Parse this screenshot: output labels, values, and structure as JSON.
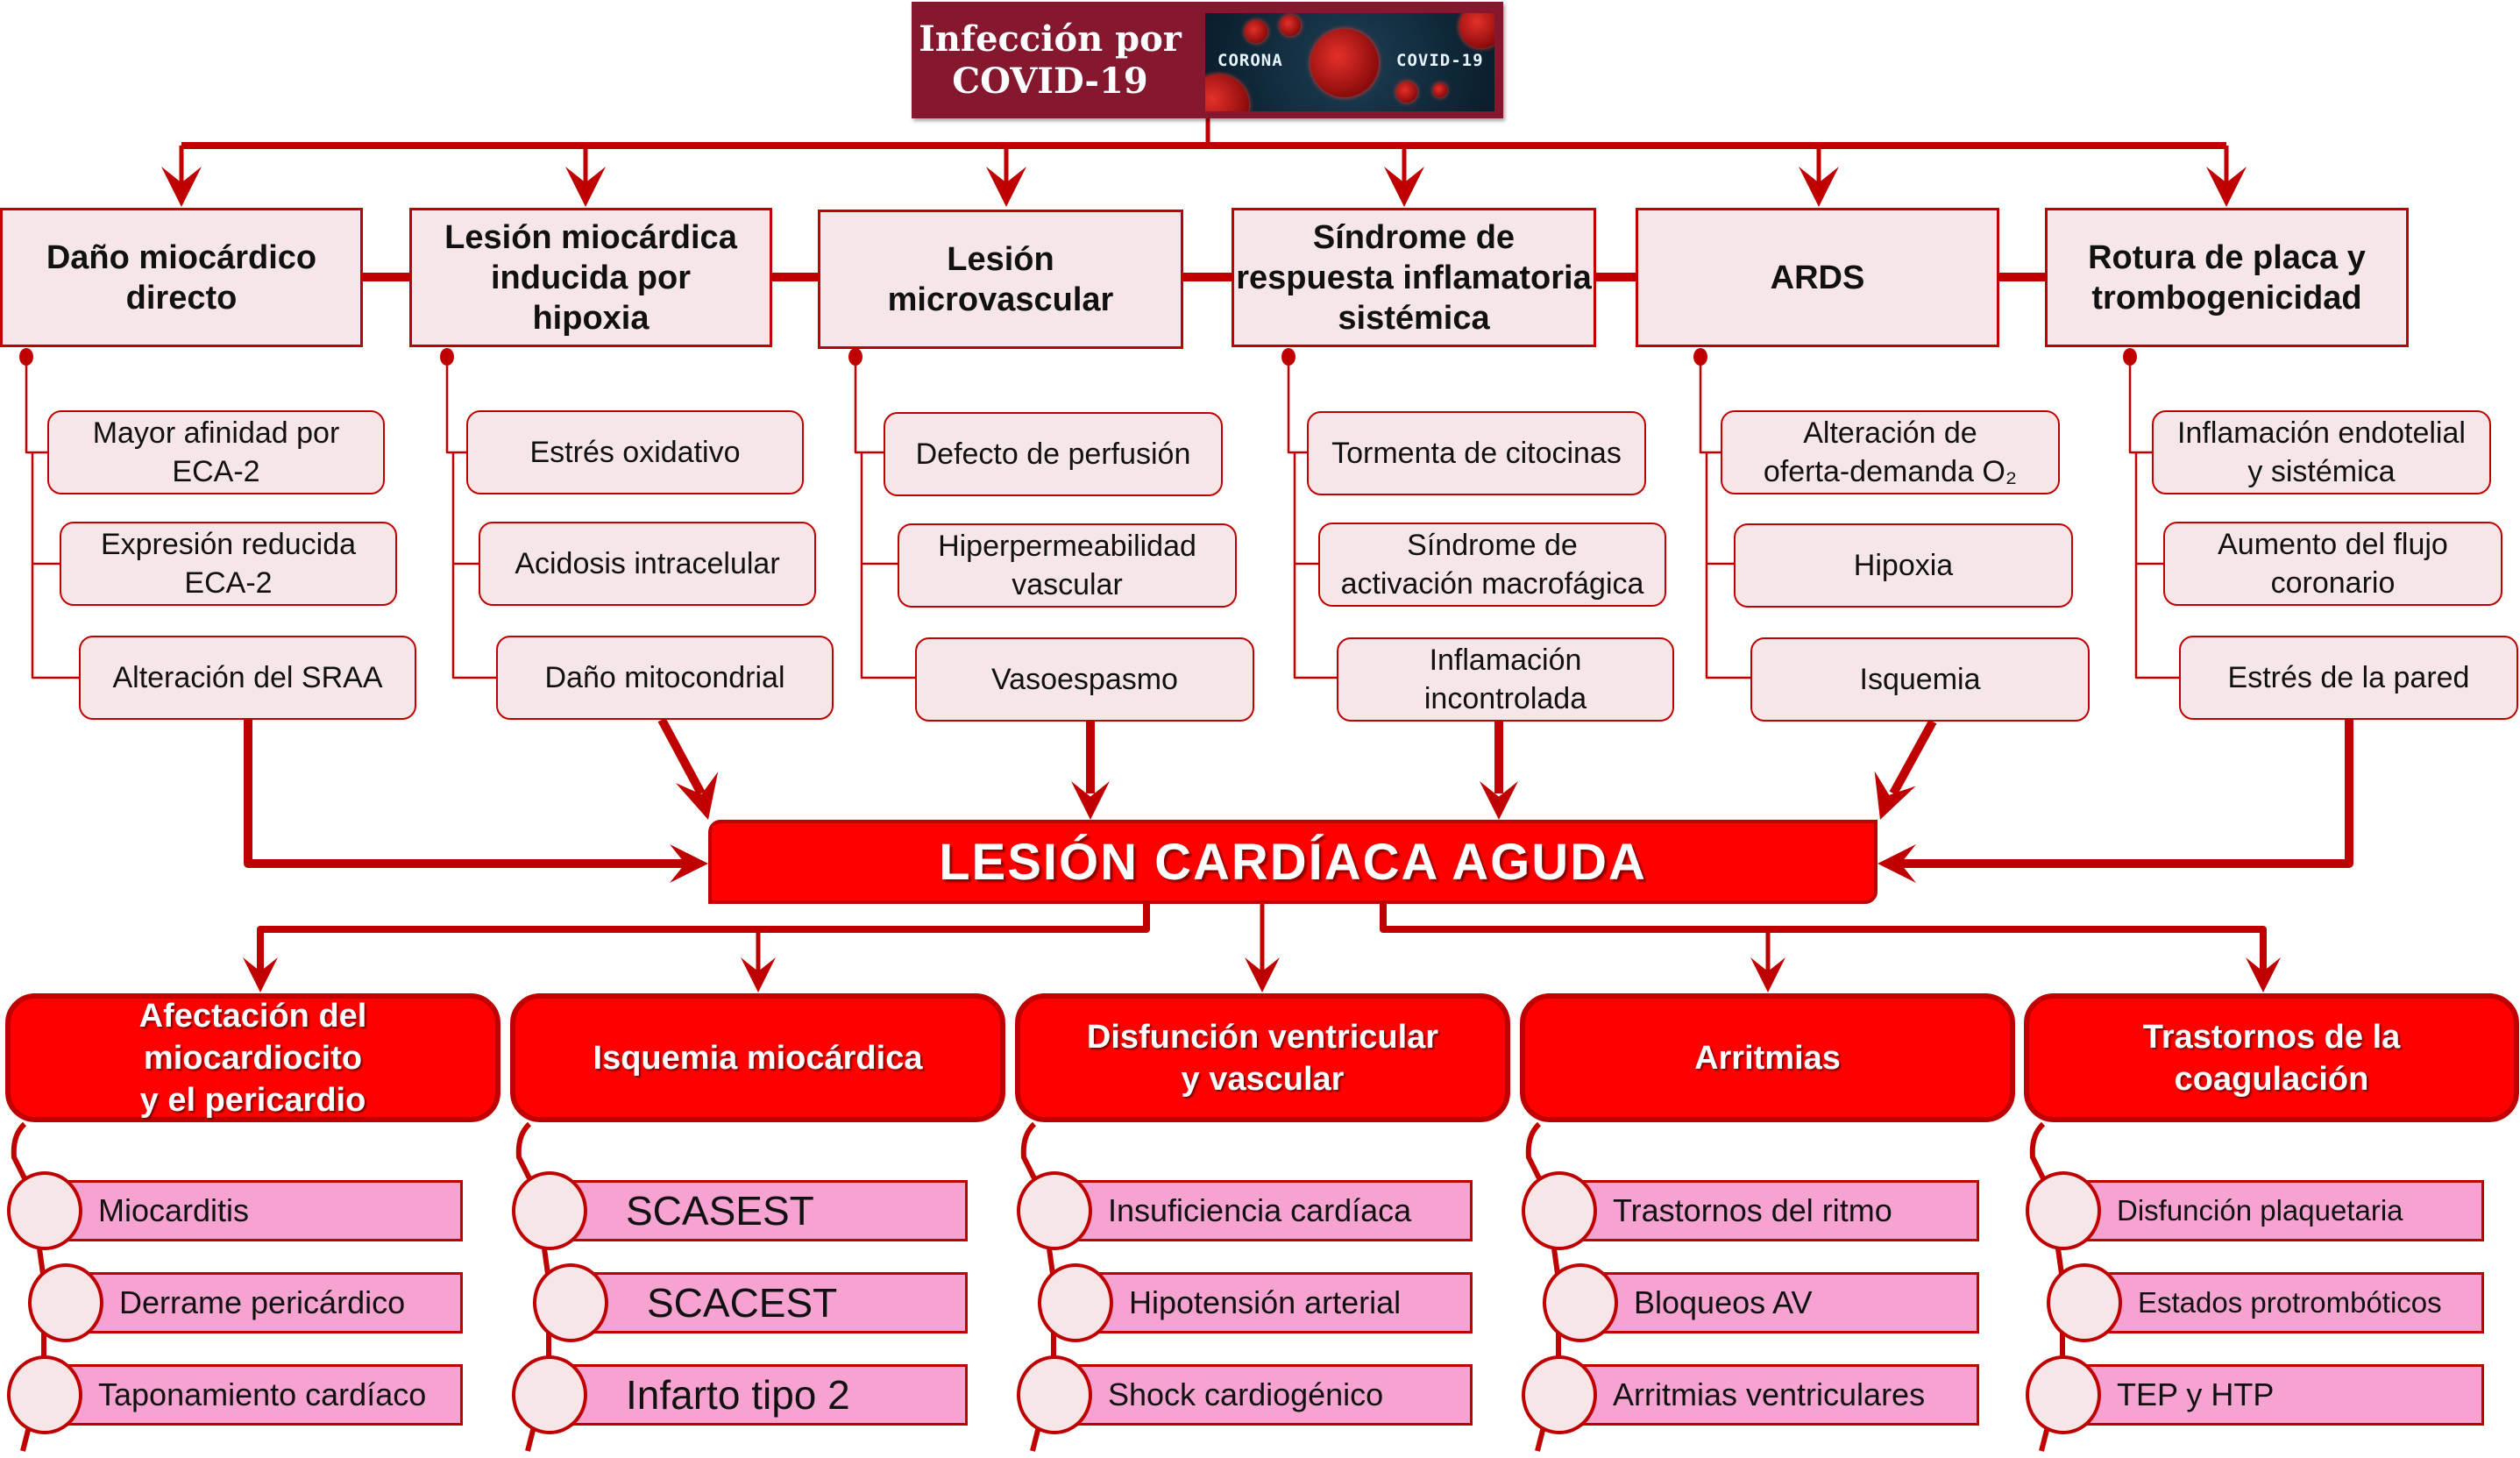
{
  "colors": {
    "accent_red": "#c00000",
    "bright_red": "#ff0000",
    "header_maroon": "#85172f",
    "light_pink": "#f7e6e7",
    "item_pink": "#f6a3d2"
  },
  "header": {
    "title": "Infección por\nCOVID-19",
    "image_label_left": "CORONA",
    "image_label_right": "COVID-19",
    "image_icon": "coronavirus-icon"
  },
  "mechanisms": [
    {
      "title": "Daño miocárdico\ndirecto",
      "items": [
        "Mayor afinidad por\nECA-2",
        "Expresión reducida\nECA-2",
        "Alteración del SRAA"
      ]
    },
    {
      "title": "Lesión miocárdica\ninducida por\nhipoxia",
      "items": [
        "Estrés oxidativo",
        "Acidosis intracelular",
        "Daño mitocondrial"
      ]
    },
    {
      "title": "Lesión\nmicrovascular",
      "items": [
        "Defecto de perfusión",
        "Hiperpermeabilidad\nvascular",
        "Vasoespasmo"
      ]
    },
    {
      "title": "Síndrome de\nrespuesta inflamatoria\nsistémica",
      "items": [
        "Tormenta de citocinas",
        "Síndrome de\nactivación macrofágica",
        "Inflamación\nincontrolada"
      ]
    },
    {
      "title": "ARDS",
      "items": [
        "Alteración de\noferta-demanda O₂",
        "Hipoxia",
        "Isquemia"
      ]
    },
    {
      "title": "Rotura de placa  y\ntrombogenicidad",
      "items": [
        "Inflamación endotelial\ny sistémica",
        "Aumento del flujo\ncoronario",
        "Estrés de la pared"
      ]
    }
  ],
  "central": {
    "title": "LESIÓN CARDÍACA AGUDA"
  },
  "consequences": [
    {
      "title": "Afectación del\nmiocardiocito\ny el pericardio",
      "items": [
        "Miocarditis",
        "Derrame pericárdico",
        "Taponamiento cardíaco"
      ]
    },
    {
      "title": "Isquemia miocárdica",
      "items": [
        "SCASEST",
        "SCACEST",
        "Infarto tipo 2"
      ]
    },
    {
      "title": "Disfunción ventricular\ny vascular",
      "items": [
        "Insuficiencia  cardíaca",
        "Hipotensión  arterial",
        "Shock cardiogénico"
      ]
    },
    {
      "title": "Arritmias",
      "items": [
        "Trastornos del ritmo",
        "Bloqueos AV",
        "Arritmias ventriculares"
      ]
    },
    {
      "title": "Trastornos de la\ncoagulación",
      "items": [
        "Disfunción  plaquetaria",
        "Estados  protrombóticos",
        "TEP y HTP"
      ]
    }
  ]
}
